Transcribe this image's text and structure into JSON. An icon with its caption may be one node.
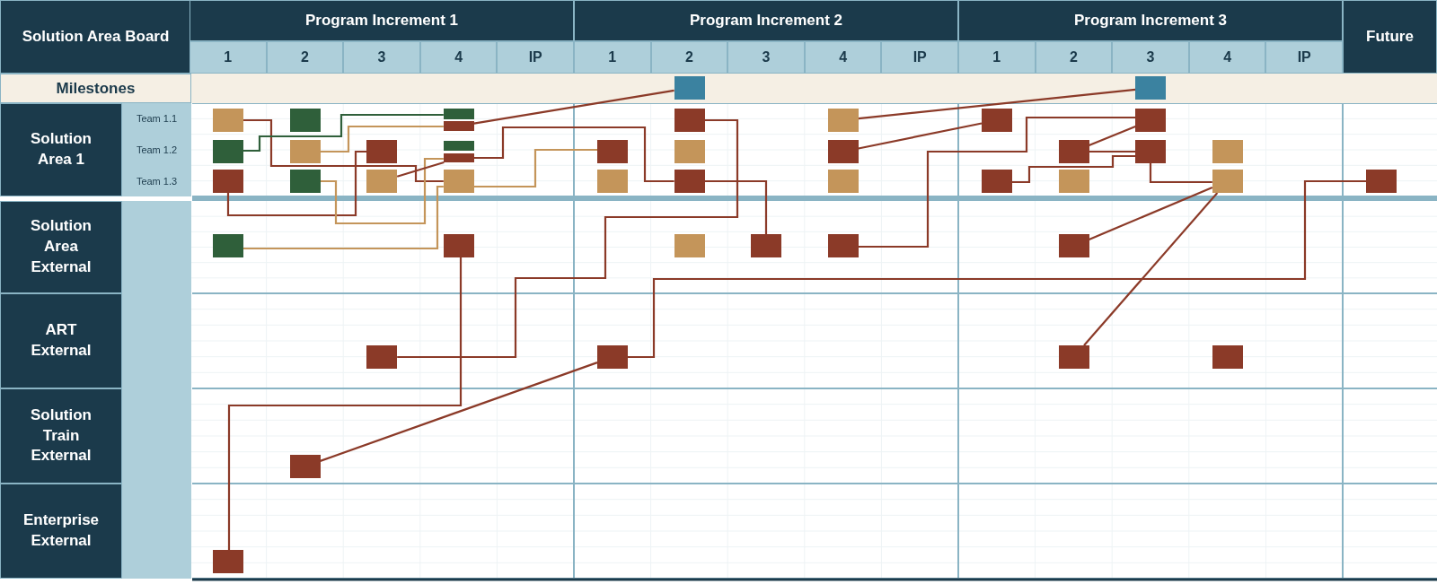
{
  "diagram": {
    "nodes": [
      {
        "text": [],
        "shape": "box"
      },
      {
        "text": [],
        "shape": "box"
      },
      {
        "text": [],
        "shape": "box"
      },
      {
        "text": [],
        "shape": "box"
      },
      {
        "text": [],
        "shape": "box"
      },
      {
        "text": [],
        "shape": "box"
      },
      {
        "text": [],
        "shape": "box"
      },
      {
        "text": [],
        "shape": "box"
      },
      {
        "text": [],
        "shape": "box"
      },
      {
        "text": [],
        "shape": "box"
      },
      {
        "text": [],
        "shape": "box"
      },
      {
        "text": [],
        "shape": "box"
      },
      {
        "text": [],
        "shape": "box"
      },
      {
        "text": [],
        "shape": "box"
      },
      {
        "text": [],
        "shape": "box"
      },
      {
        "text": [],
        "shape": "box"
      },
      {
        "text": [],
        "shape": "box"
      },
      {
        "text": [],
        "shape": "box"
      },
      {
        "text": [],
        "shape": "box"
      },
      {
        "text": [],
        "shape": "box"
      },
      {
        "text": [],
        "shape": "box"
      },
      {
        "text": [],
        "shape": "box"
      },
      {
        "text": [],
        "shape": "box"
      },
      {
        "text": [],
        "shape": "box"
      },
      {
        "text": [],
        "shape": "box"
      },
      {
        "text": [],
        "shape": "box"
      },
      {
        "text": [],
        "shape": "box"
      },
      {
        "text": [],
        "shape": "box"
      },
      {
        "text": [],
        "shape": "box"
      },
      {
        "text": [],
        "shape": "box"
      },
      {
        "text": [],
        "shape": "box"
      },
      {
        "text": [],
        "shape": "box"
      },
      {
        "text": [],
        "shape": "box"
      },
      {
        "text": [],
        "shape": "box"
      },
      {
        "text": [],
        "shape": "box"
      },
      {
        "text": [],
        "shape": "box"
      },
      {
        "text": [],
        "shape": "box"
      },
      {
        "text": [],
        "shape": "box"
      },
      {
        "text": [],
        "shape": "box"
      },
      {
        "text": [],
        "shape": "box"
      },
      {
        "text": [],
        "shape": "box"
      },
      {
        "text": [],
        "shape": "box"
      },
      {
        "text": [],
        "shape": "box"
      },
      {
        "text": [],
        "shape": "box"
      }
    ],
    "edges": [
      {
        "from": 2,
        "to": 24,
        "arrow": "none"
      },
      {
        "from": 10,
        "to": 4,
        "arrow": "none",
        "color": "#2f5f3a"
      },
      {
        "from": 11,
        "to": 5,
        "arrow": "none",
        "color": "#c4955a"
      },
      {
        "from": 5,
        "to": 0,
        "arrow": "none"
      },
      {
        "from": 21,
        "to": 12,
        "arrow": "none"
      },
      {
        "from": 22,
        "to": 14,
        "arrow": "none",
        "color": "#c4955a"
      },
      {
        "from": 23,
        "to": 14,
        "arrow": "none"
      },
      {
        "from": 14,
        "to": 26,
        "arrow": "none"
      },
      {
        "from": 24,
        "to": 15,
        "arrow": "none",
        "color": "#c4955a"
      },
      {
        "from": 32,
        "to": 24,
        "arrow": "none",
        "color": "#c4955a"
      },
      {
        "from": 33,
        "to": 43,
        "arrow": "none"
      },
      {
        "from": 38,
        "to": 6,
        "arrow": "none"
      },
      {
        "from": 42,
        "to": 39,
        "arrow": "none"
      },
      {
        "from": 39,
        "to": 31,
        "arrow": "none"
      },
      {
        "from": 26,
        "to": 35,
        "arrow": "none"
      },
      {
        "from": 36,
        "to": 9,
        "arrow": "none"
      },
      {
        "from": 7,
        "to": 1,
        "arrow": "none"
      },
      {
        "from": 17,
        "to": 8,
        "arrow": "none"
      },
      {
        "from": 18,
        "to": 9,
        "arrow": "none"
      },
      {
        "from": 18,
        "to": 19,
        "arrow": "none"
      },
      {
        "from": 28,
        "to": 19,
        "arrow": "none"
      },
      {
        "from": 19,
        "to": 30,
        "arrow": "none"
      },
      {
        "from": 37,
        "to": 30,
        "arrow": "none"
      },
      {
        "from": 40,
        "to": 30,
        "arrow": "none"
      }
    ],
    "labels": [
      "Solution Area Board",
      "Program Increment 1",
      "Program Increment 2",
      "Program Increment 3",
      "Future",
      "1",
      "2",
      "3",
      "4",
      "IP",
      "1",
      "2",
      "3",
      "4",
      "IP",
      "1",
      "2",
      "3",
      "4",
      "IP",
      "Milestones",
      "Solution Area 1",
      "Team 1.1",
      "Team 1.2",
      "Team 1.3",
      "Solution Area External",
      "ART External",
      "Solution Train External",
      "Enterprise External"
    ]
  }
}
